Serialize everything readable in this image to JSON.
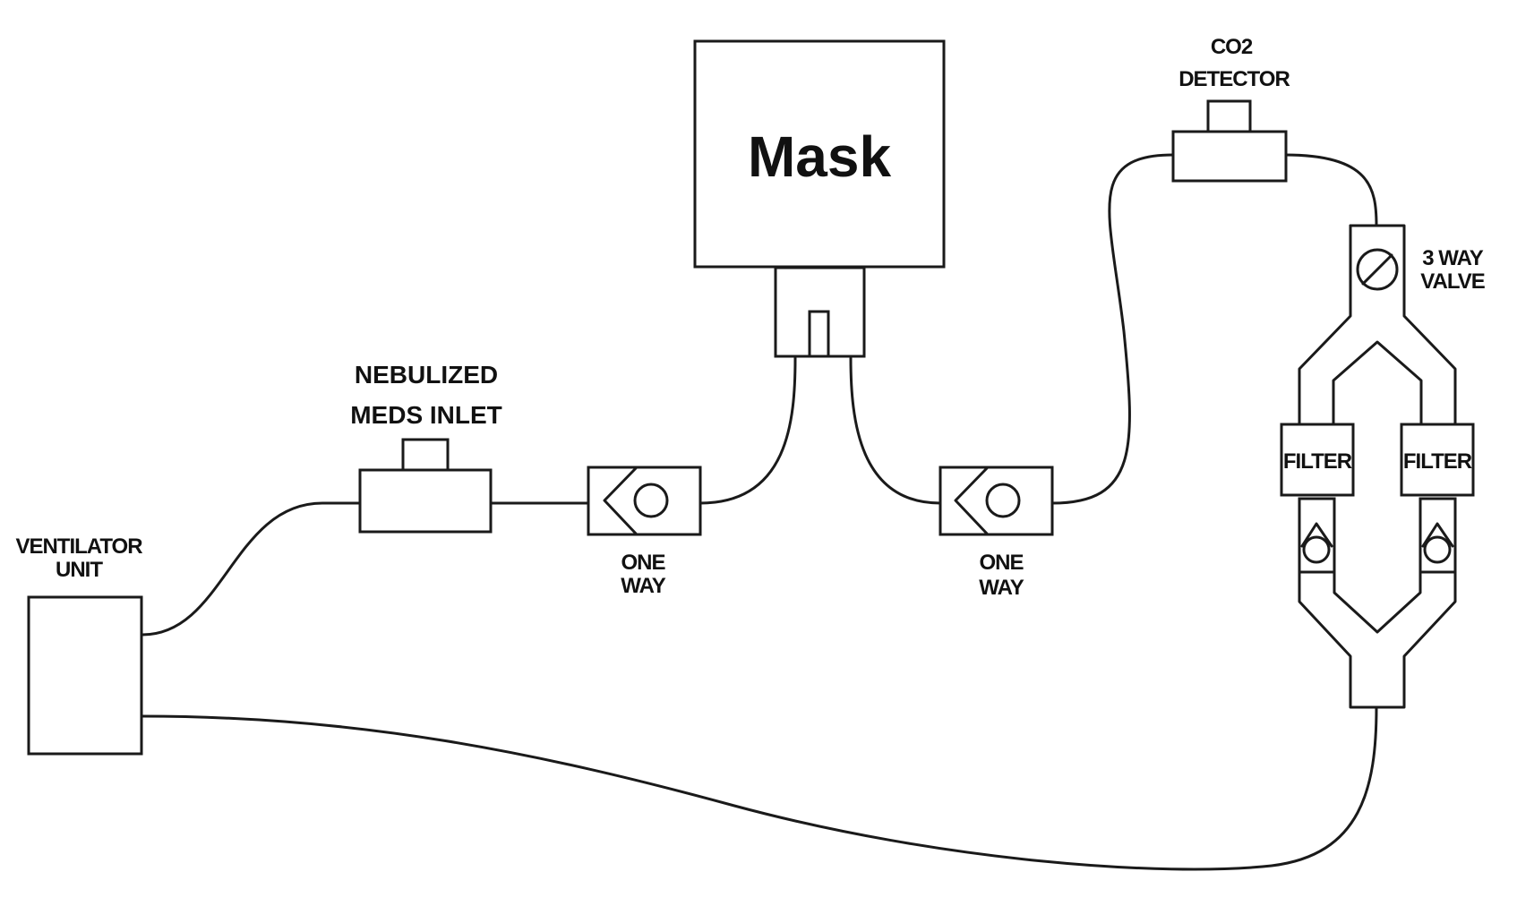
{
  "labels": {
    "mask": "Mask",
    "nebulized_line1": "NEBULIZED",
    "nebulized_line2": "MEDS INLET",
    "ventilator_line1": "VENTILATOR",
    "ventilator_line2": "UNIT",
    "one_way_left_line1": "ONE",
    "one_way_left_line2": "WAY",
    "one_way_right_line1": "ONE",
    "one_way_right_line2": "WAY",
    "co2_line1": "CO2",
    "co2_line2": "DETECTOR",
    "valve_line1": "3 WAY",
    "valve_line2": "VALVE",
    "filter_left": "FILTER",
    "filter_right": "FILTER"
  },
  "colors": {
    "stroke": "#1a1a1a",
    "background": "#ffffff"
  }
}
